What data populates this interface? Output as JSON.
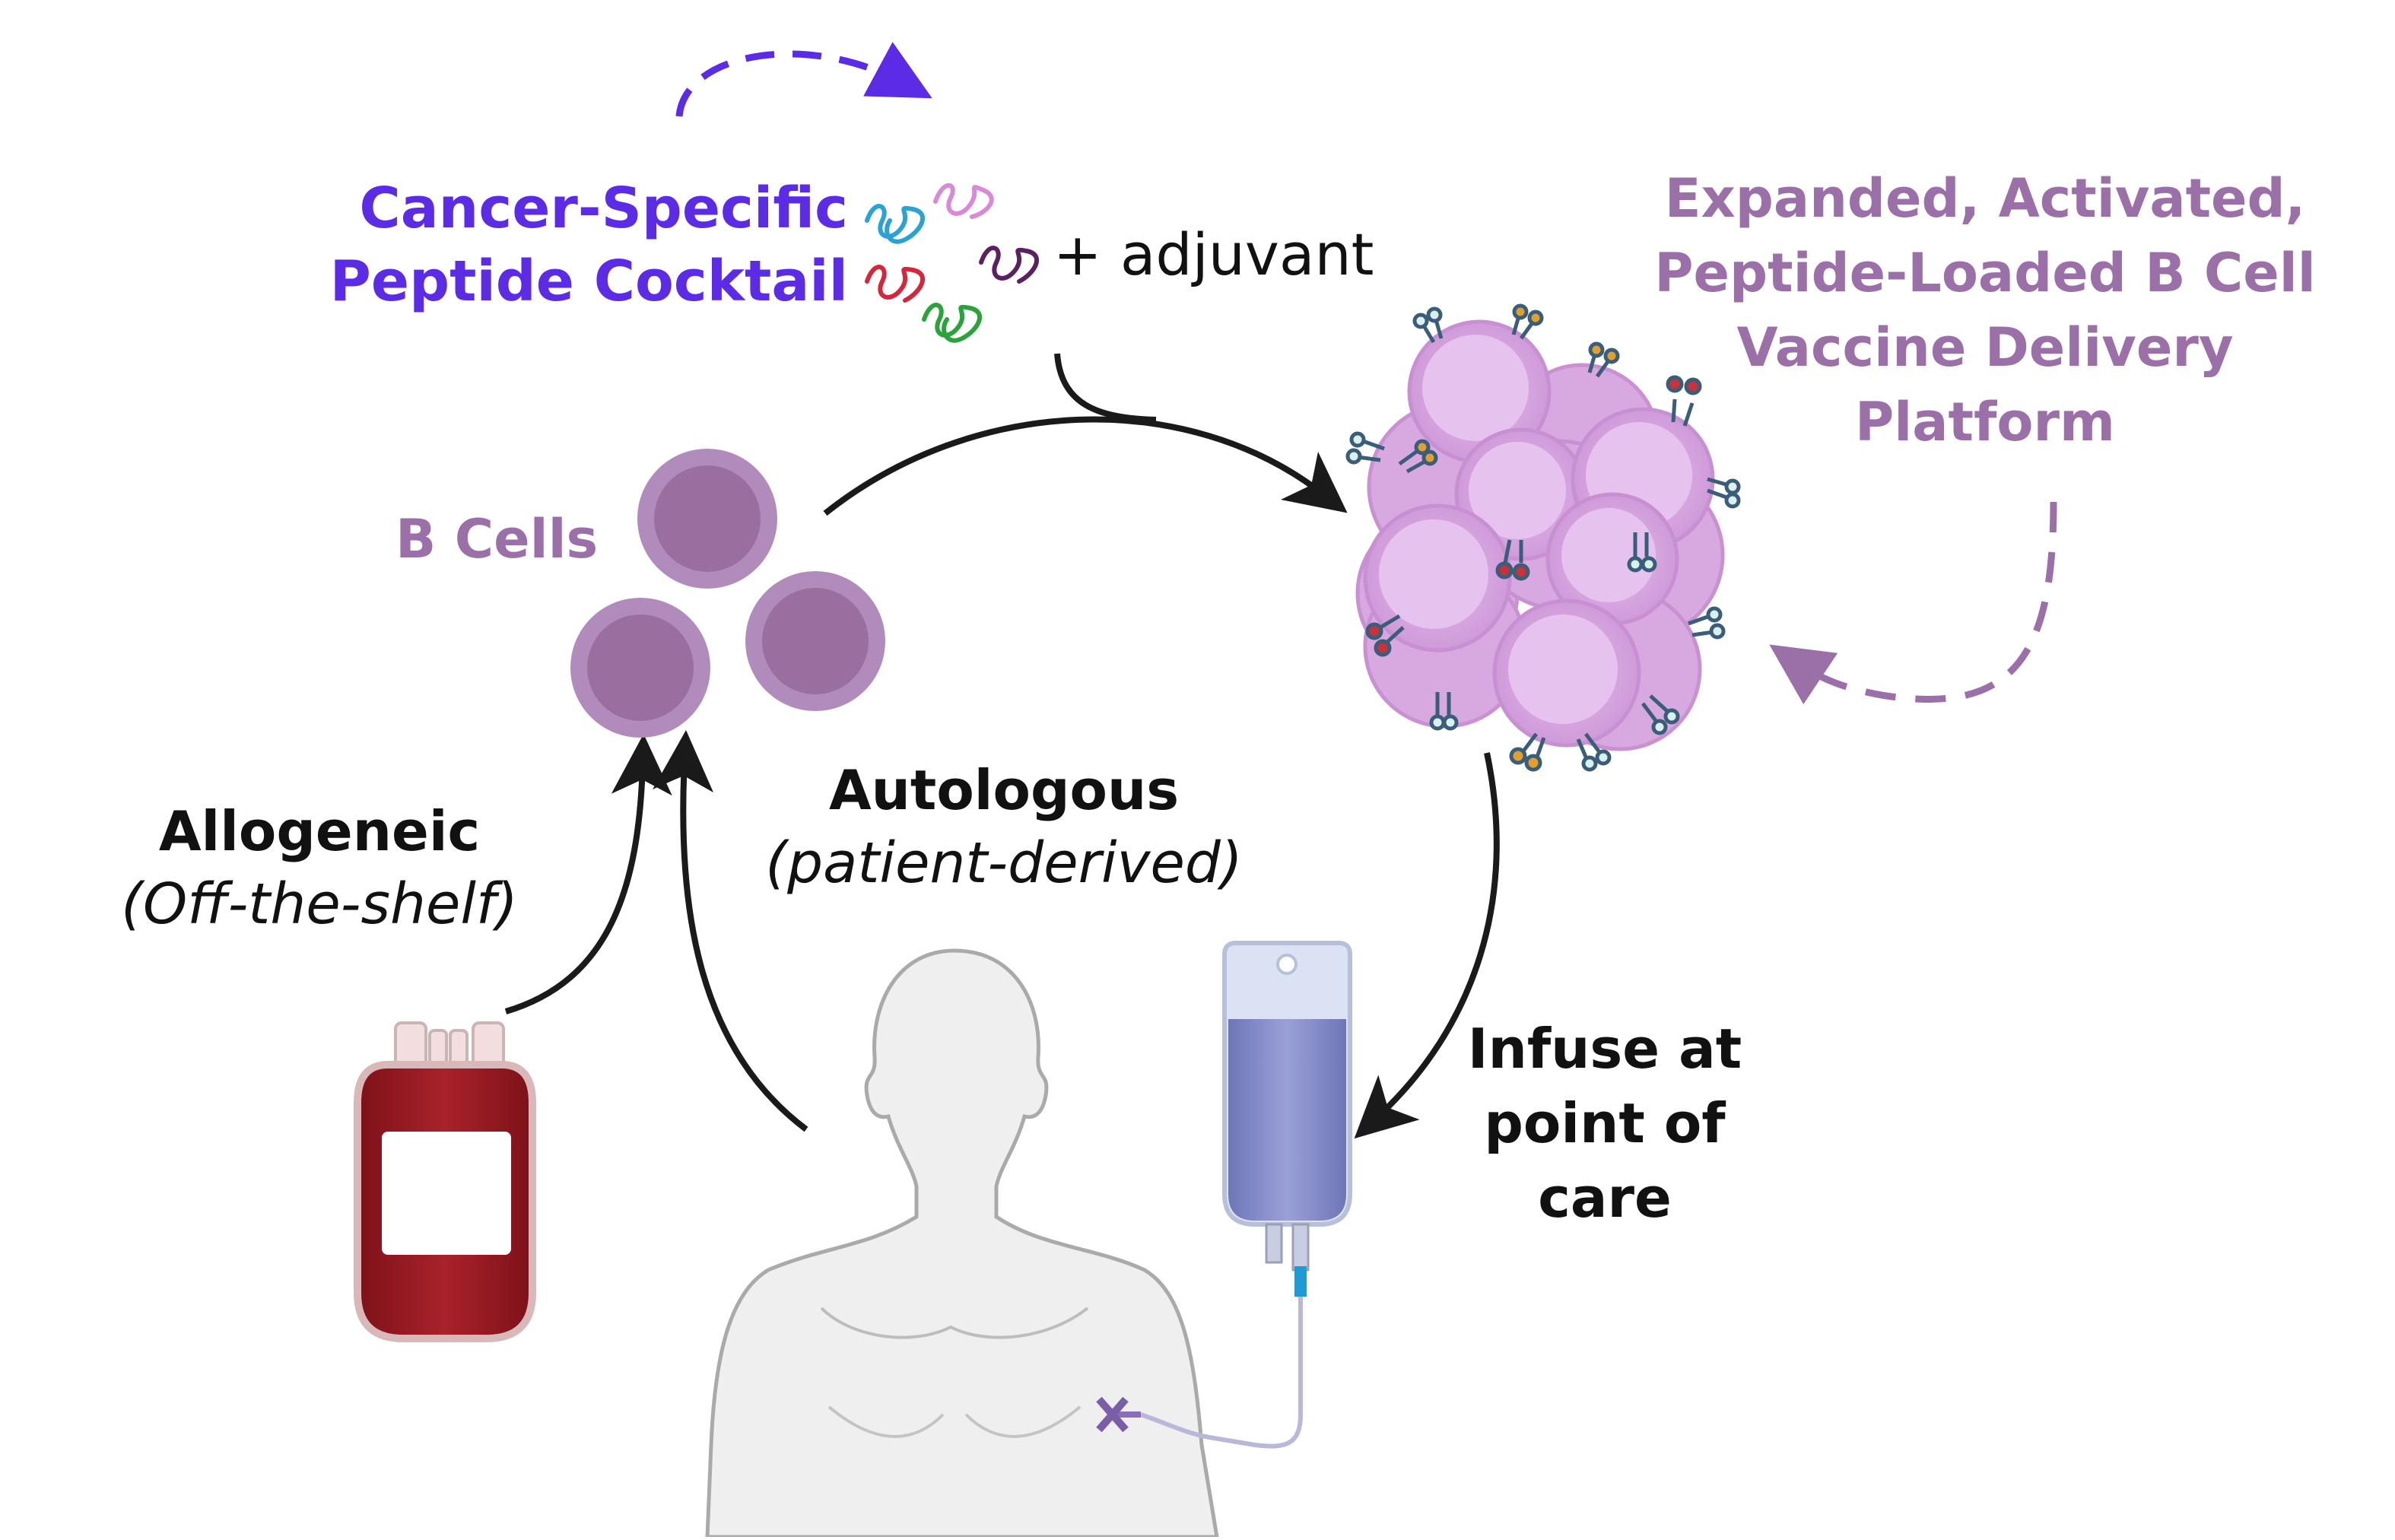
{
  "labels": {
    "peptide_line1": "Cancer-Specific",
    "peptide_line2": "Peptide Cocktail",
    "adjuvant": "+ adjuvant",
    "expanded_line1": "Expanded, Activated,",
    "expanded_line2": "Peptide-Loaded B Cell",
    "expanded_line3": "Vaccine Delivery",
    "expanded_line4": "Platform",
    "b_cells": "B Cells",
    "allogeneic": "Allogeneic",
    "allogeneic_sub": "(Off-the-shelf)",
    "autologous": "Autologous",
    "autologous_sub": "(patient-derived)",
    "infuse_line1": "Infuse at",
    "infuse_line2": "point of",
    "infuse_line3": "care"
  },
  "colors": {
    "peptide_purple": "#5b2be6",
    "cell_mauve": "#9b6fa8",
    "cell_fill": "#9e72a6",
    "cluster_cell": "#e2b8ec",
    "blood_red": "#9c1a22",
    "iv_blue": "#7f86c6",
    "arrow": "#1a1a1a"
  },
  "icons": {
    "peptides": "peptide-squiggle-icon",
    "b_cell": "b-cell-icon",
    "cluster": "b-cell-cluster-icon",
    "blood_bag": "blood-bag-icon",
    "human": "human-silhouette-icon",
    "iv_bag": "iv-bag-icon"
  }
}
